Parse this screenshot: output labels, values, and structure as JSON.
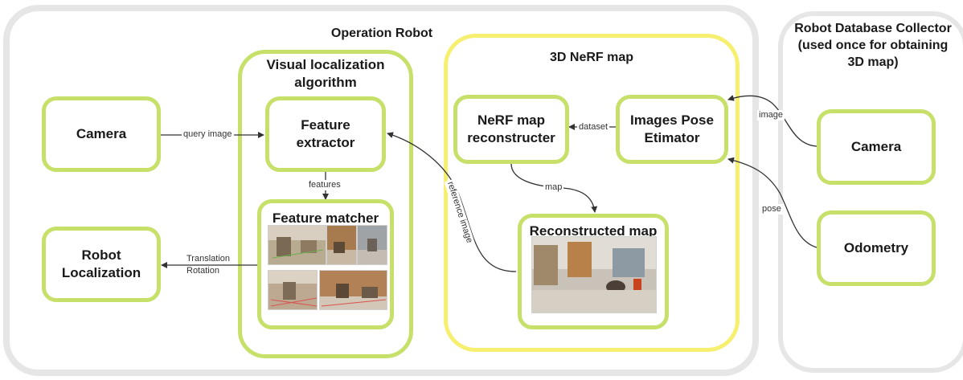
{
  "regions": {
    "operation_robot": "Operation Robot",
    "db_collector": "Robot Database Collector (used once for obtaining 3D map)",
    "visual_localization": "Visual localization algorithm",
    "nerf_map": "3D NeRF map"
  },
  "nodes": {
    "camera": "Camera",
    "robot_localization": "Robot Localization",
    "feature_extractor": "Feature extractor",
    "feature_matcher": "Feature matcher",
    "nerf_reconstructer": "NeRF map reconstructer",
    "pose_estimator": "Images Pose Etimator",
    "reconstructed_map": "Reconstructed map",
    "db_camera": "Camera",
    "odometry": "Odometry"
  },
  "edges": {
    "query_image": "query image",
    "features": "features",
    "translation": "Translation",
    "rotation": "Rotation",
    "reference_image": "reference image",
    "dataset": "dataset",
    "map": "map",
    "image": "image",
    "pose": "pose"
  },
  "colors": {
    "green_border": "#c6e06a",
    "yellow_border": "#f7ef6f",
    "gray_region": "#e6e6e6"
  }
}
